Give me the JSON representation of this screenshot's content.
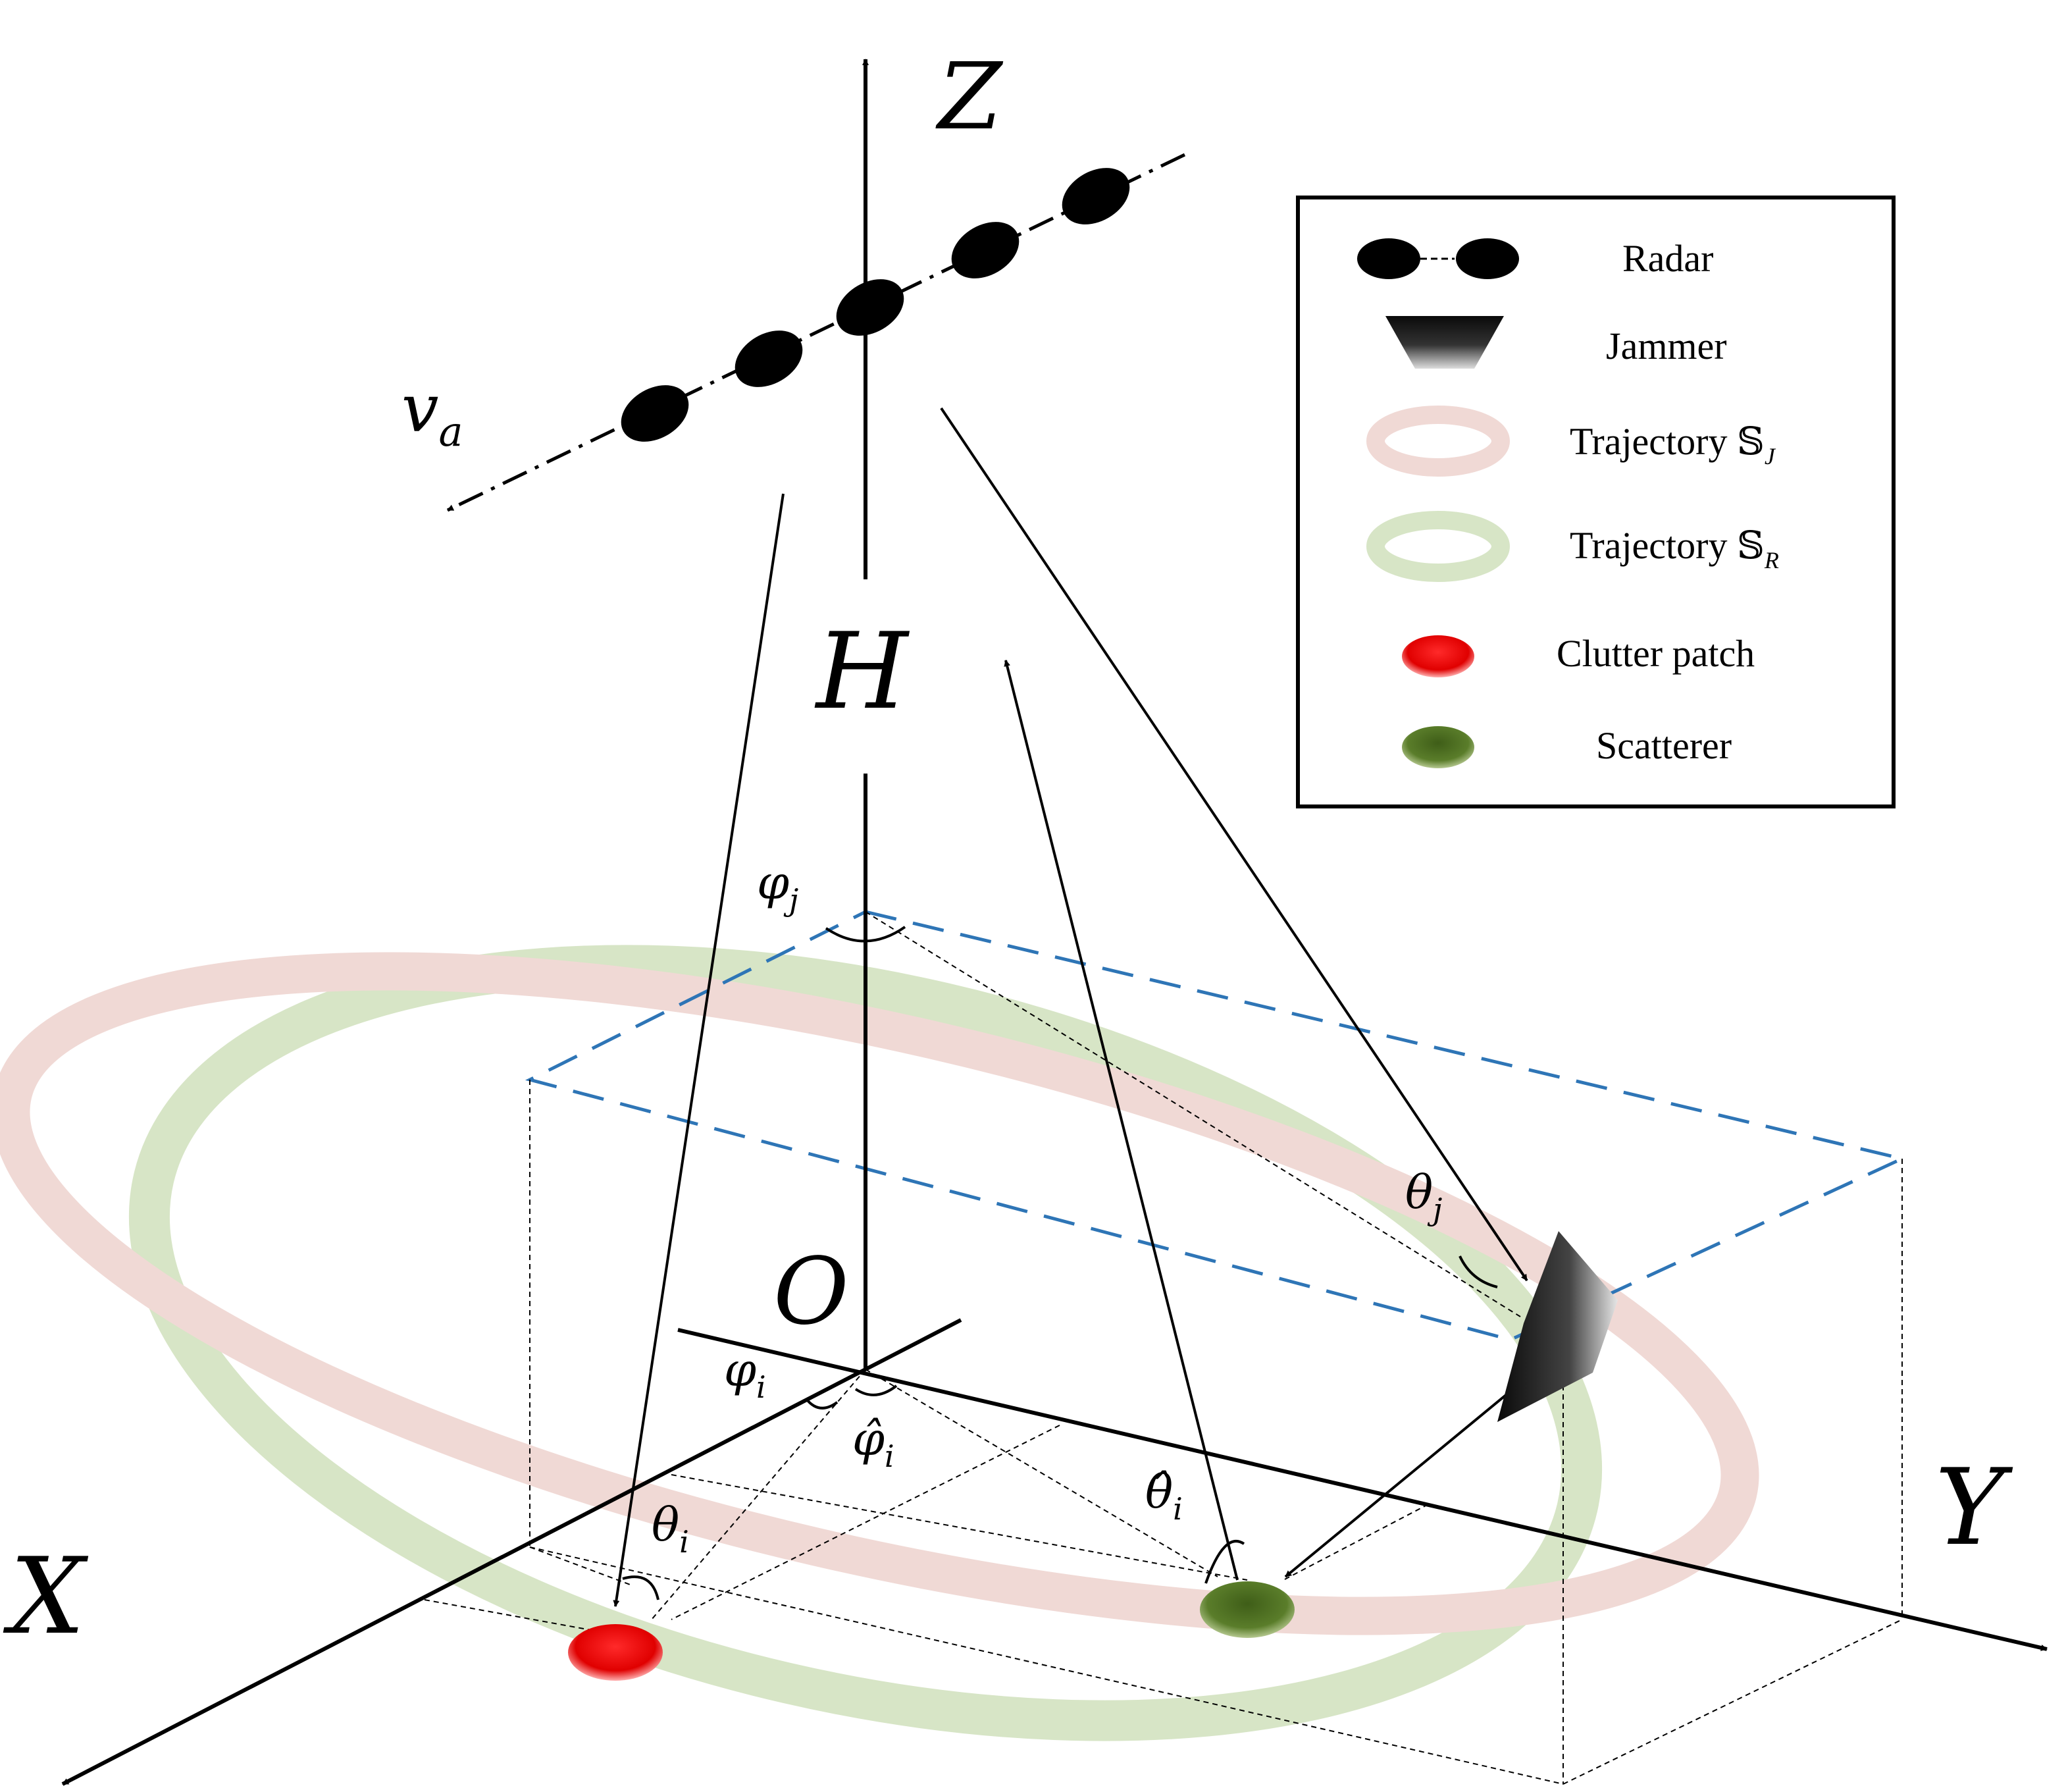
{
  "axes": {
    "x": "X",
    "y": "Y",
    "z": "Z",
    "origin": "O",
    "height": "H"
  },
  "labels": {
    "velocity": "v",
    "velocity_sub": "a",
    "phi_j": "φ",
    "phi_j_sub": "j",
    "theta_j": "θ",
    "theta_j_sub": "j",
    "phi_i": "φ",
    "phi_i_sub": "i",
    "phi_hat_i": "φ̂",
    "phi_hat_i_sub": "i",
    "theta_i": "θ",
    "theta_i_sub": "i",
    "theta_hat_i": "θ̂",
    "theta_hat_i_sub": "i"
  },
  "legend": {
    "radar": "Radar",
    "jammer": "Jammer",
    "traj_j": "Trajectory 𝕊",
    "traj_j_sub": "J",
    "traj_r": "Trajectory 𝕊",
    "traj_r_sub": "R",
    "clutter": "Clutter patch",
    "scatterer": "Scatterer"
  },
  "colors": {
    "trajectory_j": "#f0d9d5",
    "trajectory_r": "#d7e5c6",
    "dashed_box": "#2e75b6",
    "clutter": "#e01010",
    "scatterer": "#4e6e22"
  }
}
